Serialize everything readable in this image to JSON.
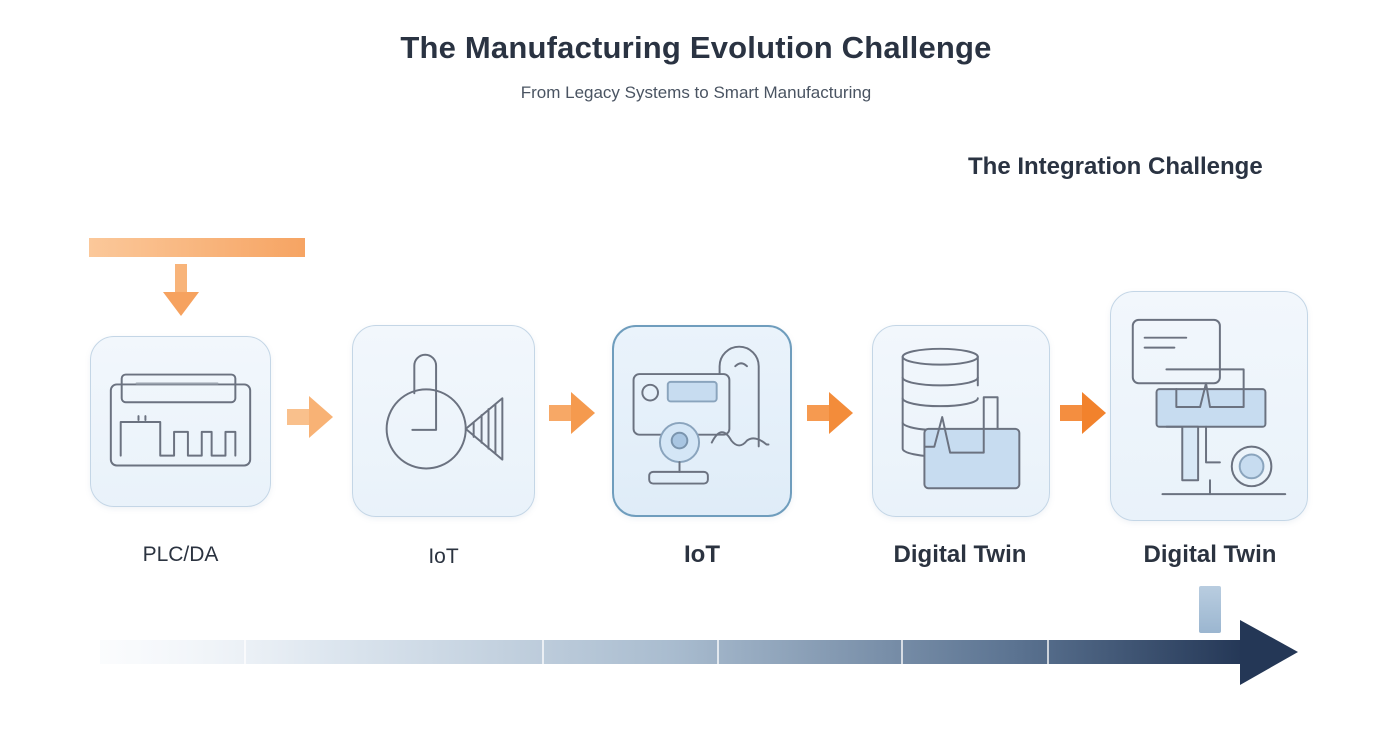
{
  "header": {
    "title": "The Manufacturing Evolution Challenge",
    "subtitle": "From Legacy Systems to Smart Manufacturing"
  },
  "section": {
    "title": "The Integration Challenge"
  },
  "stages": [
    {
      "label": "PLC/DA",
      "icon": "plc-control-panel-icon"
    },
    {
      "label": "IoT",
      "icon": "iot-sensor-icon"
    },
    {
      "label": "IoT",
      "icon": "iot-device-camera-icon"
    },
    {
      "label": "Digital Twin",
      "icon": "database-flow-icon"
    },
    {
      "label": "Digital Twin",
      "icon": "digital-twin-network-icon"
    }
  ],
  "colors": {
    "accent_orange": "#f4903e",
    "card_border": "#c4d6e6",
    "timeline_dark": "#243756",
    "icon_stroke": "#6b7280"
  }
}
